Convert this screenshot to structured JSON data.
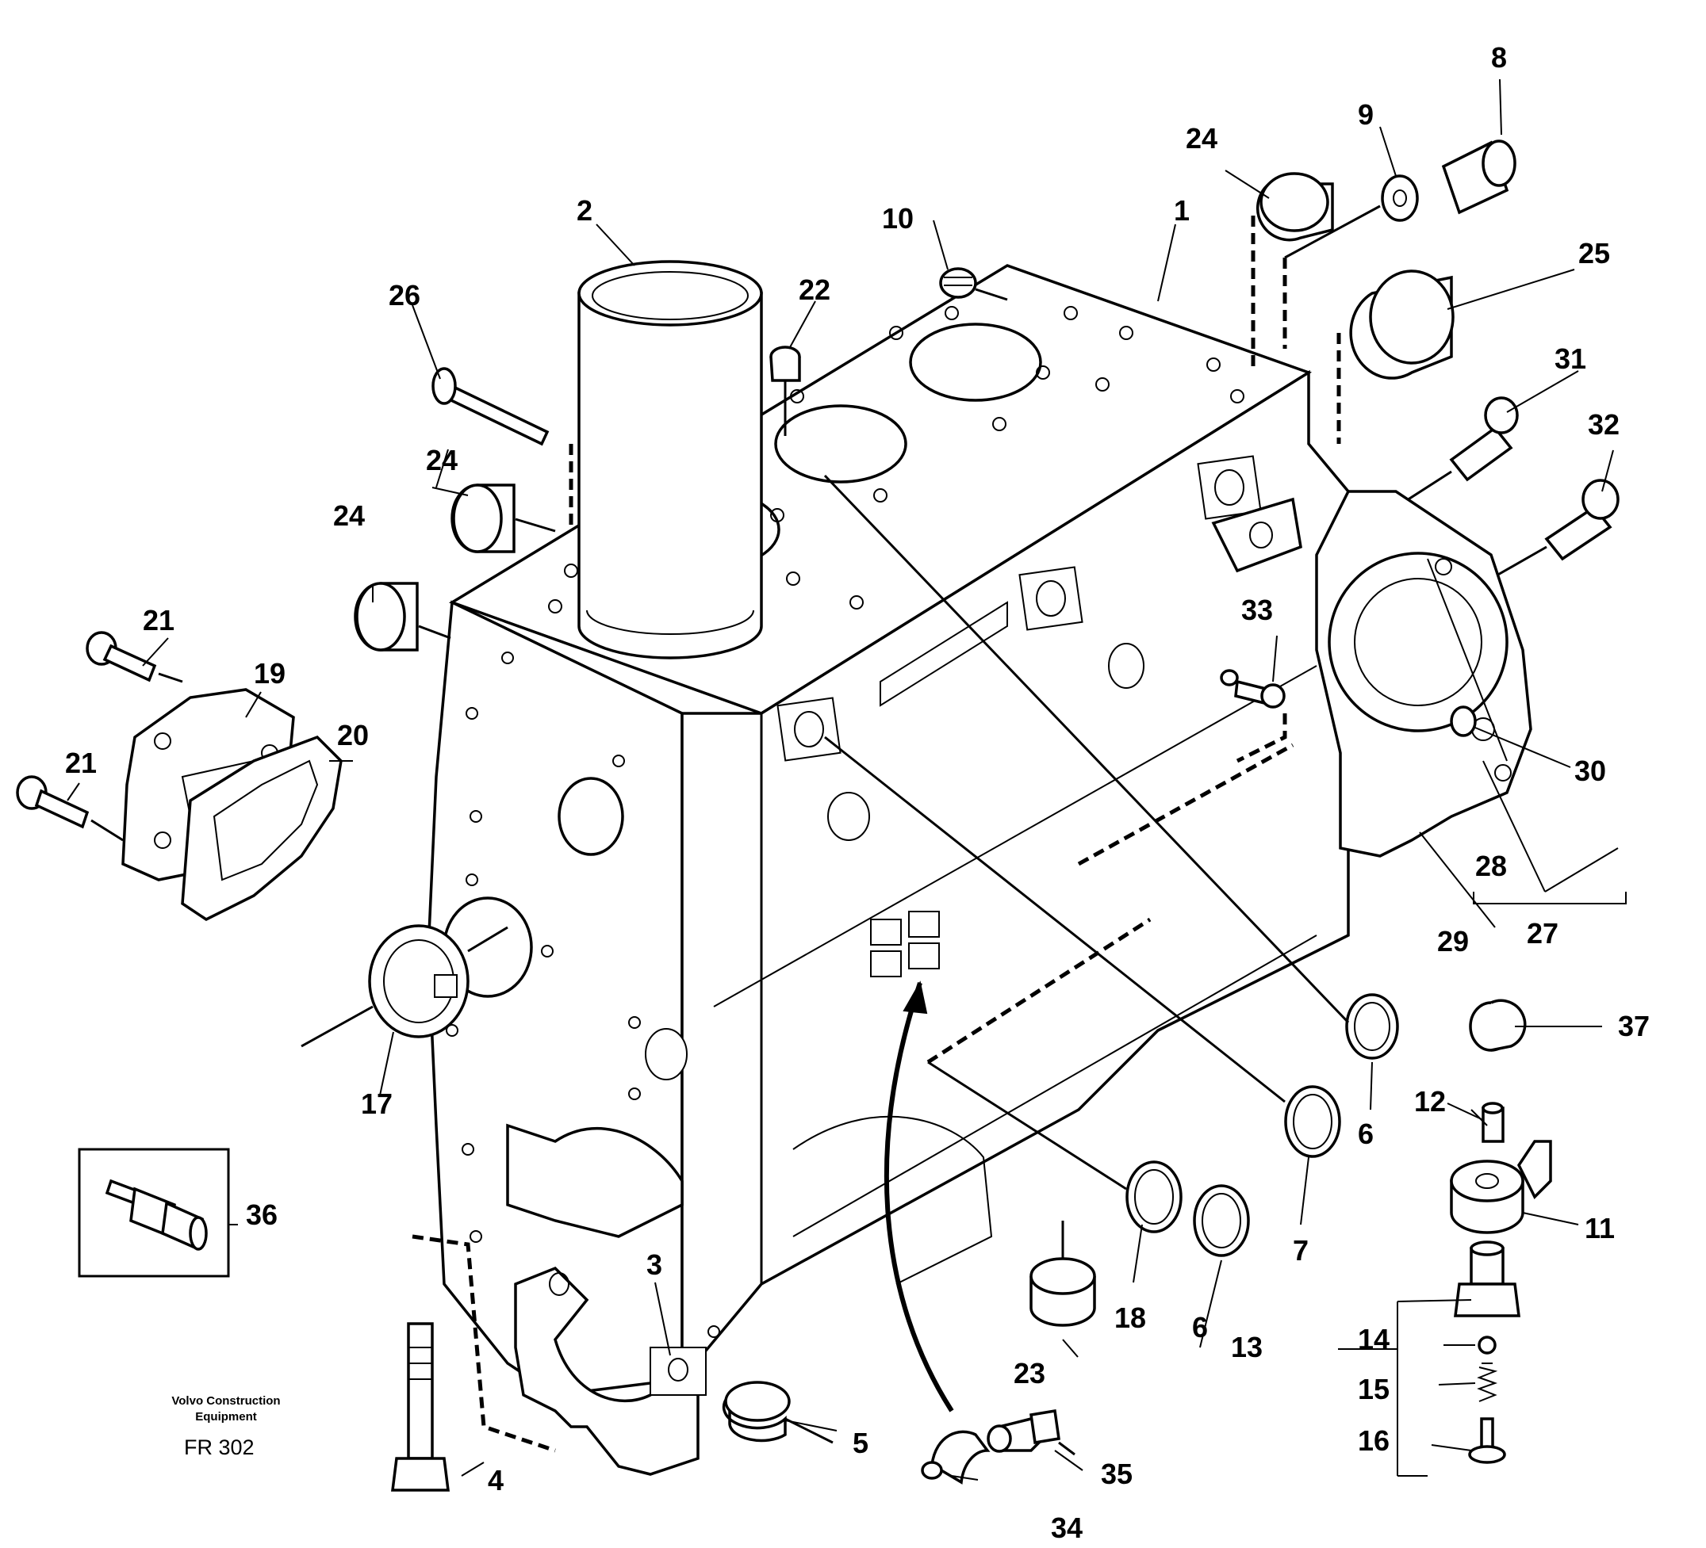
{
  "diagram": {
    "footer": {
      "line1": "Volvo Construction",
      "line2": "Equipment",
      "code": "FR 302"
    },
    "callouts": {
      "c1": "1",
      "c2": "2",
      "c3": "3",
      "c4": "4",
      "c5": "5",
      "c6a": "6",
      "c6b": "6",
      "c7": "7",
      "c8": "8",
      "c9": "9",
      "c10": "10",
      "c11": "11",
      "c12": "12",
      "c13": "13",
      "c14": "14",
      "c15": "15",
      "c16": "16",
      "c17": "17",
      "c18": "18",
      "c19": "19",
      "c20": "20",
      "c21a": "21",
      "c21b": "21",
      "c22": "22",
      "c23": "23",
      "c24a": "24",
      "c24b": "24",
      "c24c": "24",
      "c25": "25",
      "c26": "26",
      "c27": "27",
      "c28": "28",
      "c29": "29",
      "c30": "30",
      "c31": "31",
      "c32": "32",
      "c33": "33",
      "c34": "34",
      "c35": "35",
      "c36": "36",
      "c37": "37"
    }
  }
}
